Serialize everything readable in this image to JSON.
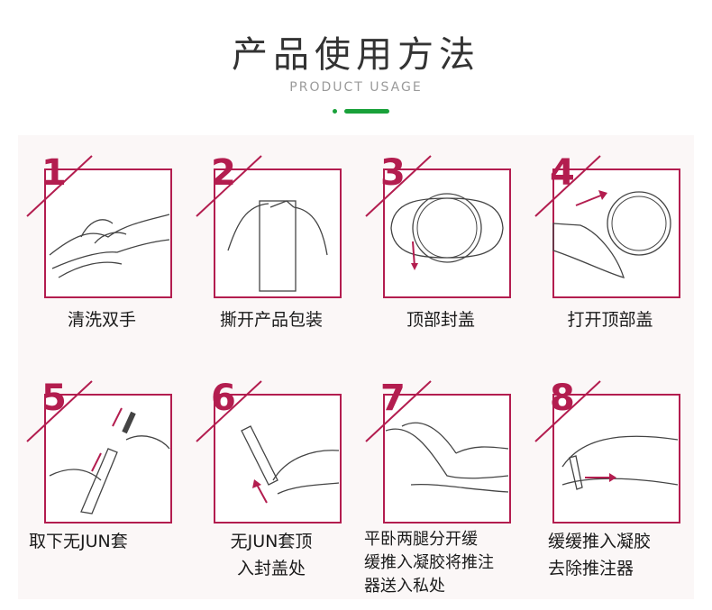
{
  "header": {
    "title": "产品使用方法",
    "subtitle": "PRODUCT USAGE",
    "accent_color": "#19a13a"
  },
  "brand_color": "#b31d4f",
  "steps": [
    {
      "number": "1",
      "caption": [
        "清洗双手"
      ],
      "icon": "hands-washing-icon"
    },
    {
      "number": "2",
      "caption": [
        "撕开产品包装"
      ],
      "icon": "open-package-icon"
    },
    {
      "number": "3",
      "caption": [
        "顶部封盖"
      ],
      "icon": "top-cap-icon"
    },
    {
      "number": "4",
      "caption": [
        "打开顶部盖"
      ],
      "icon": "open-top-cap-icon"
    },
    {
      "number": "5",
      "caption": [
        "取下无JUN套"
      ],
      "icon": "remove-sleeve-icon"
    },
    {
      "number": "6",
      "caption": [
        "无JUN套顶",
        "入封盖处"
      ],
      "icon": "insert-cap-icon"
    },
    {
      "number": "7",
      "caption": [
        "平卧两腿分开缓",
        "缓推入凝胶将推注",
        "器送入私处"
      ],
      "icon": "lying-position-icon"
    },
    {
      "number": "8",
      "caption": [
        "缓缓推入凝胶",
        "去除推注器"
      ],
      "icon": "push-applicator-icon"
    }
  ]
}
